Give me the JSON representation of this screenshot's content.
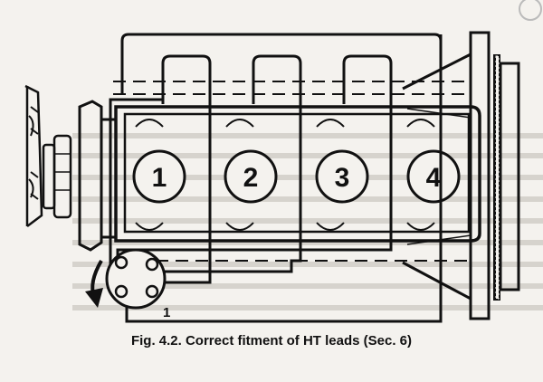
{
  "figure": {
    "caption": "Fig. 4.2. Correct fitment of HT leads (Sec. 6)",
    "cylinders": [
      "1",
      "2",
      "3",
      "4"
    ],
    "distributor_label": "1",
    "colors": {
      "ink": "#111111",
      "paper": "#f4f2ee",
      "bleed": "#c9c6c0"
    }
  }
}
